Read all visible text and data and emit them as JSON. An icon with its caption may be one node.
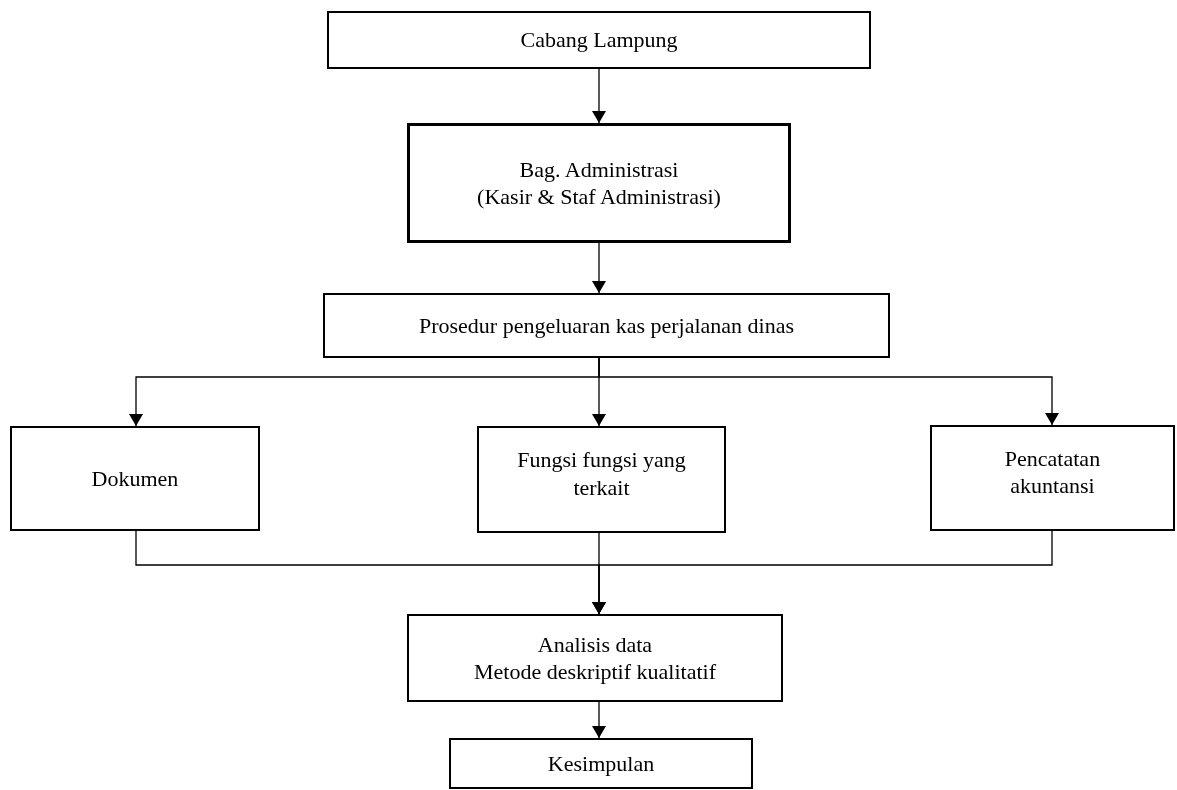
{
  "diagram": {
    "nodes": [
      {
        "text": [
          "Cabang Lampung"
        ]
      },
      {
        "text": [
          "Bag. Administrasi",
          "(Kasir & Staf Administrasi)"
        ]
      },
      {
        "text": [
          "Prosedur pengeluaran kas perjalanan dinas"
        ]
      },
      {
        "text": [
          "Dokumen"
        ]
      },
      {
        "text": [
          "Fungsi fungsi yang terkait"
        ]
      },
      {
        "text": [
          "Pencatatan akuntansi"
        ]
      },
      {
        "text": [
          "Analisis data",
          "Metode deskriptif kualitatif"
        ]
      },
      {
        "text": [
          "Kesimpulan"
        ]
      }
    ],
    "edges": [
      {
        "from": 0,
        "to": 1,
        "arrow": "to"
      },
      {
        "from": 1,
        "to": 2,
        "arrow": "to"
      },
      {
        "from": 2,
        "to": 3,
        "arrow": "to"
      },
      {
        "from": 2,
        "to": 4,
        "arrow": "to"
      },
      {
        "from": 2,
        "to": 5,
        "arrow": "to"
      },
      {
        "from": 3,
        "to": 6,
        "arrow": "to"
      },
      {
        "from": 4,
        "to": 6,
        "arrow": "to"
      },
      {
        "from": 5,
        "to": 6,
        "arrow": "to"
      },
      {
        "from": 6,
        "to": 7,
        "arrow": "to"
      }
    ]
  }
}
